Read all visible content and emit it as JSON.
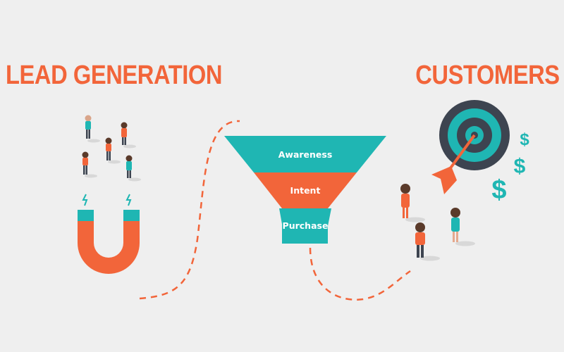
{
  "headings": {
    "left": "LEAD GENERATION",
    "right": "CUSTOMERS"
  },
  "funnel": {
    "stages": [
      {
        "label": "Awareness",
        "color": "#1fb6b3"
      },
      {
        "label": "Intent",
        "color": "#f2653a"
      },
      {
        "label": "Purchase",
        "color": "#1fb6b3"
      }
    ]
  },
  "currency_symbol": "$",
  "colors": {
    "accent": "#f2653a",
    "teal": "#1fb6b3",
    "dark": "#3d4450",
    "background": "#efefef"
  },
  "icons": [
    "magnet-icon",
    "target-icon",
    "arrow-icon",
    "dollar-icon",
    "person-icon"
  ]
}
